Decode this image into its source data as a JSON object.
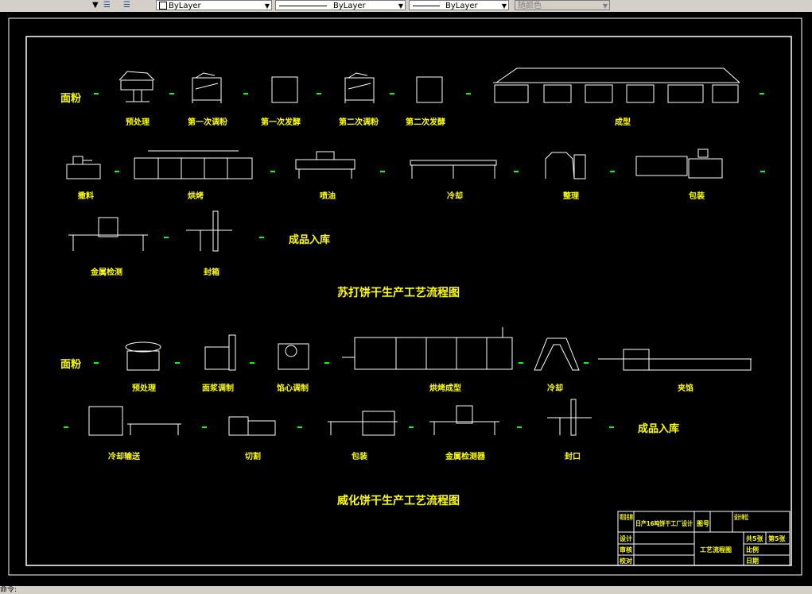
{
  "toolbar": {
    "color_combo": "ByLayer",
    "linetype_combo": "ByLayer",
    "lineweight_combo": "ByLayer",
    "plotstyle_combo": "随颜色"
  },
  "drawing": {
    "soda": {
      "title": "苏打饼干生产工艺流程图",
      "start": "面粉",
      "row1": [
        "预处理",
        "第一次调粉",
        "第一次发酵",
        "第二次调粉",
        "第二次发酵",
        "成型"
      ],
      "row2": [
        "撒料",
        "烘烤",
        "喷油",
        "冷却",
        "整理",
        "包装"
      ],
      "row3": [
        "金属检测",
        "封箱"
      ],
      "end": "成品入库"
    },
    "wafer": {
      "title": "威化饼干生产工艺流程图",
      "start": "面粉",
      "row1": [
        "预处理",
        "面浆调制",
        "馅心调制",
        "烘烤成型",
        "冷却",
        "夹馅"
      ],
      "row2": [
        "冷却输送",
        "切割",
        "包装",
        "金属检测器",
        "封口"
      ],
      "end": "成品入库"
    },
    "title_block": {
      "project_label": "项目名称",
      "project_name": "日产16吨饼干工厂设计",
      "drawing_no_label": "图号",
      "design_unit_label": "设计单位",
      "design_label": "设计",
      "review_label": "审核",
      "check_label": "校对",
      "drawing_name": "工艺流程图",
      "sheets_total": "共5张",
      "sheet_no": "第5张",
      "scale_label": "比例",
      "date_label": "日期"
    }
  },
  "status": {
    "command_line": "命令:"
  }
}
